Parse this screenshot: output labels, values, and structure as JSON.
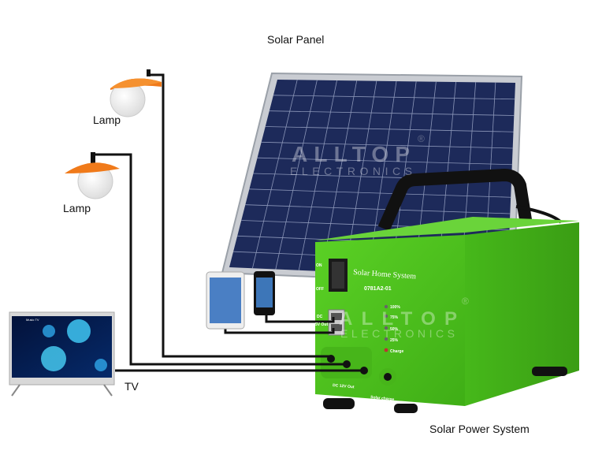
{
  "labels": {
    "solar_panel": "Solar Panel",
    "lamp_1": "Lamp",
    "lamp_2": "Lamp",
    "tv": "TV",
    "system": "Solar Power System"
  },
  "device": {
    "title": "Solar Home System",
    "model": "0781A2-01",
    "switch_on": "ON",
    "switch_off": "OFF",
    "dc": "DC",
    "usb_out": "5V Out",
    "battery_levels": [
      "100%",
      "75%",
      "50%",
      "25%",
      "Charge"
    ],
    "dc_out": "DC 12V Out",
    "solar_charge": "Solar charge"
  },
  "tv_screen": {
    "channel": "Music TV"
  },
  "watermark": {
    "line1": "ALLTOP",
    "line2": "ELECTRONICS",
    "mark": "®"
  },
  "colors": {
    "box_green": "#4fc21e",
    "panel_blue": "#1d2a5a",
    "lamp_orange": "#f07a1a"
  }
}
